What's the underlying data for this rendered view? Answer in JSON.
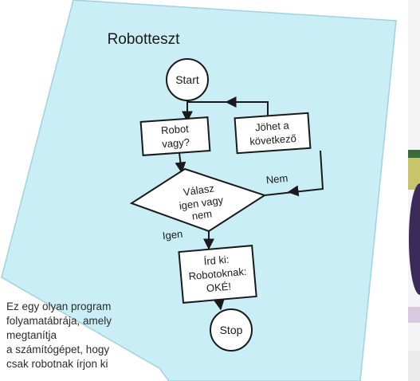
{
  "title": "Robotteszt",
  "flowchart": {
    "start": "Start",
    "question_box": [
      "Robot",
      "vagy?"
    ],
    "next_box": [
      "Jöhet a",
      "következő"
    ],
    "decision": [
      "Válasz",
      "igen vagy",
      "nem"
    ],
    "label_yes": "Igen",
    "label_no": "Nem",
    "output_box": [
      "Írd ki:",
      "Robotoknak:",
      "OKÉ!"
    ],
    "stop": "Stop"
  },
  "caption_lines": [
    "Ez egy olyan program",
    "folyamatábrája, amely",
    "megtanítja",
    "a számítógépet, hogy",
    "csak robotnak írjon ki"
  ],
  "colors": {
    "paper": "#c9eef6",
    "paper_edge": "#9fd3df",
    "ink": "#1a1a1a",
    "box_fill": "#ffffff"
  }
}
